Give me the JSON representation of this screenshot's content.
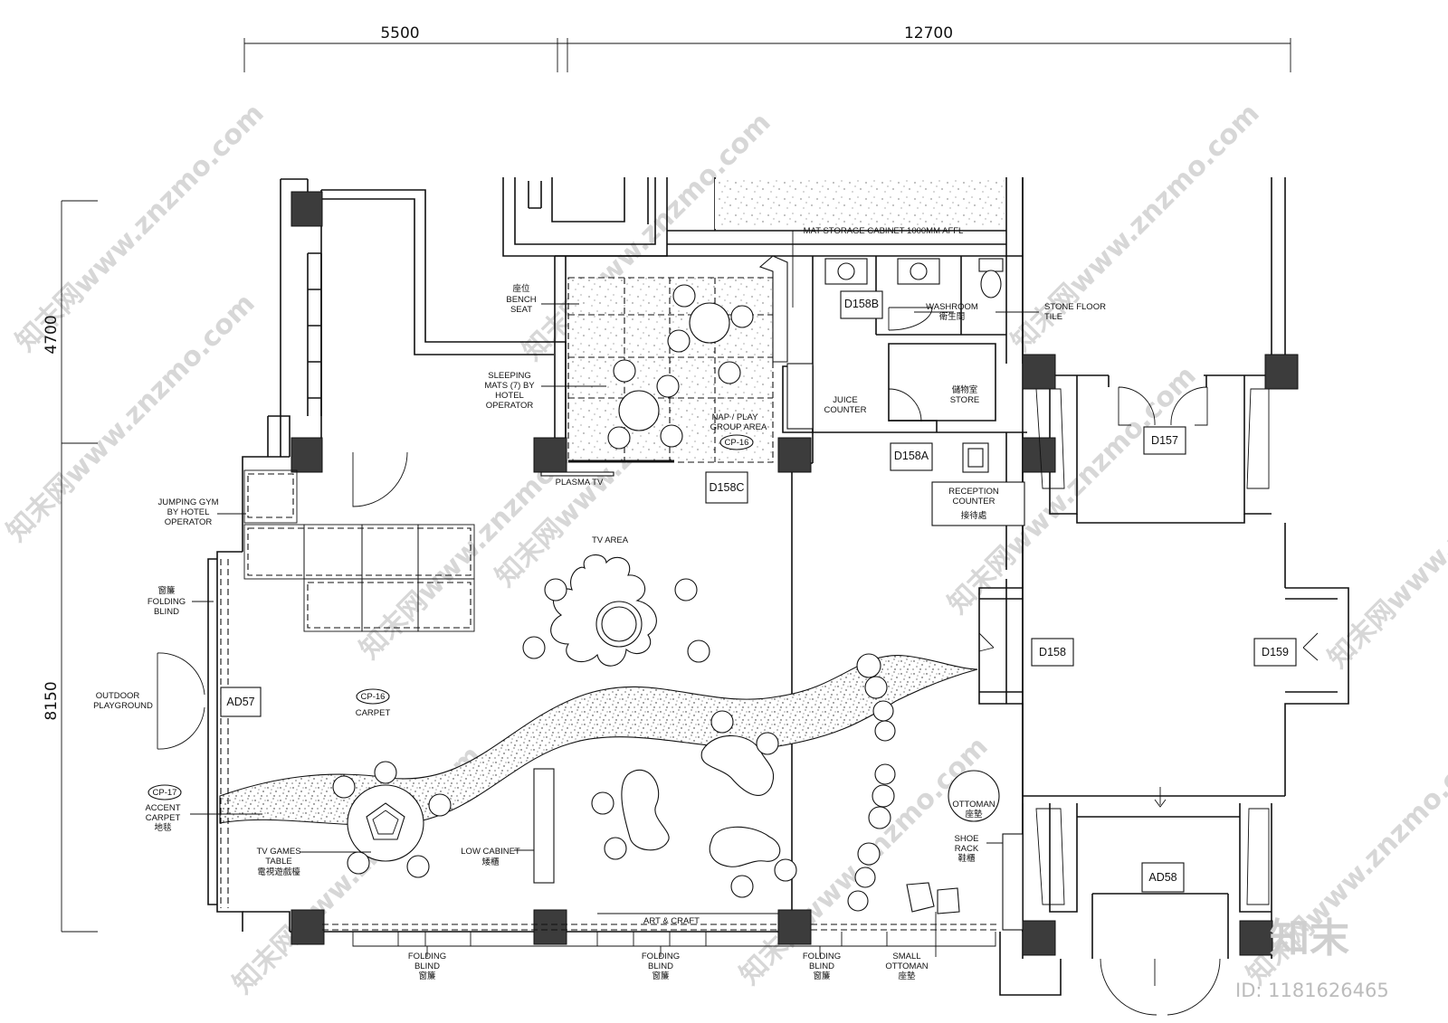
{
  "dimensions": {
    "top_left": "5500",
    "top_right": "12700",
    "left_top": "4700",
    "left_bottom": "8150"
  },
  "doors": {
    "d158b": "D158B",
    "d158a": "D158A",
    "d158c": "D158C",
    "d157": "D157",
    "d158": "D158",
    "d159": "D159",
    "ad57": "AD57",
    "ad58": "AD58"
  },
  "carpet_tags": {
    "cp16_nap": "CP-16",
    "cp16_main": "CP-16",
    "cp17": "CP-17"
  },
  "labels": {
    "mat_storage": "MAT STORAGE CABINET 1000MM AFFL",
    "bench_cn": "座位",
    "bench_1": "BENCH",
    "bench_2": "SEAT",
    "washroom": "WASHROOM",
    "washroom_cn": "衛生間",
    "stone_1": "STONE FLOOR",
    "stone_2": "TILE",
    "mats_1": "SLEEPING",
    "mats_2": "MATS (7) BY",
    "mats_3": "HOTEL",
    "mats_4": "OPERATOR",
    "juice_1": "JUICE",
    "juice_2": "COUNTER",
    "store_cn": "儲物室",
    "store": "STORE",
    "nap_1": "NAP / PLAY",
    "nap_2": "GROUP AREA",
    "plasma": "PLASMA TV",
    "reception_1": "RECEPTION",
    "reception_2": "COUNTER",
    "reception_cn": "接待處",
    "gym_1": "JUMPING GYM",
    "gym_2": "BY HOTEL",
    "gym_3": "OPERATOR",
    "tv_area": "TV AREA",
    "blind_cn": "窗簾",
    "blind_1": "FOLDING",
    "blind_2": "BLIND",
    "outdoor_1": "OUTDOOR",
    "outdoor_2": "PLAYGROUND",
    "carpet": "CARPET",
    "accent_1": "ACCENT",
    "accent_2": "CARPET",
    "accent_cn": "地毯",
    "tvgames_1": "TV GAMES",
    "tvgames_2": "TABLE",
    "tvgames_cn": "電視遊戲檯",
    "low_cab": "LOW CABINET",
    "low_cab_cn": "矮櫃",
    "ottoman": "OTTOMAN",
    "ottoman_cn": "座墊",
    "shoe_1": "SHOE",
    "shoe_2": "RACK",
    "shoe_cn": "鞋櫃",
    "art": "ART & CRAFT",
    "fb1_1": "FOLDING",
    "fb1_2": "BLIND",
    "fb1_cn": "窗簾",
    "fb2_1": "FOLDING",
    "fb2_2": "BLIND",
    "fb2_cn": "窗簾",
    "fb3_1": "FOLDING",
    "fb3_2": "BLIND",
    "fb3_cn": "窗簾",
    "small_ott_1": "SMALL",
    "small_ott_2": "OTTOMAN",
    "small_ott_cn": "座墊"
  },
  "watermark": {
    "text": "知末网www.znzmo.com",
    "brand": "知末",
    "id": "ID: 1181626465"
  }
}
